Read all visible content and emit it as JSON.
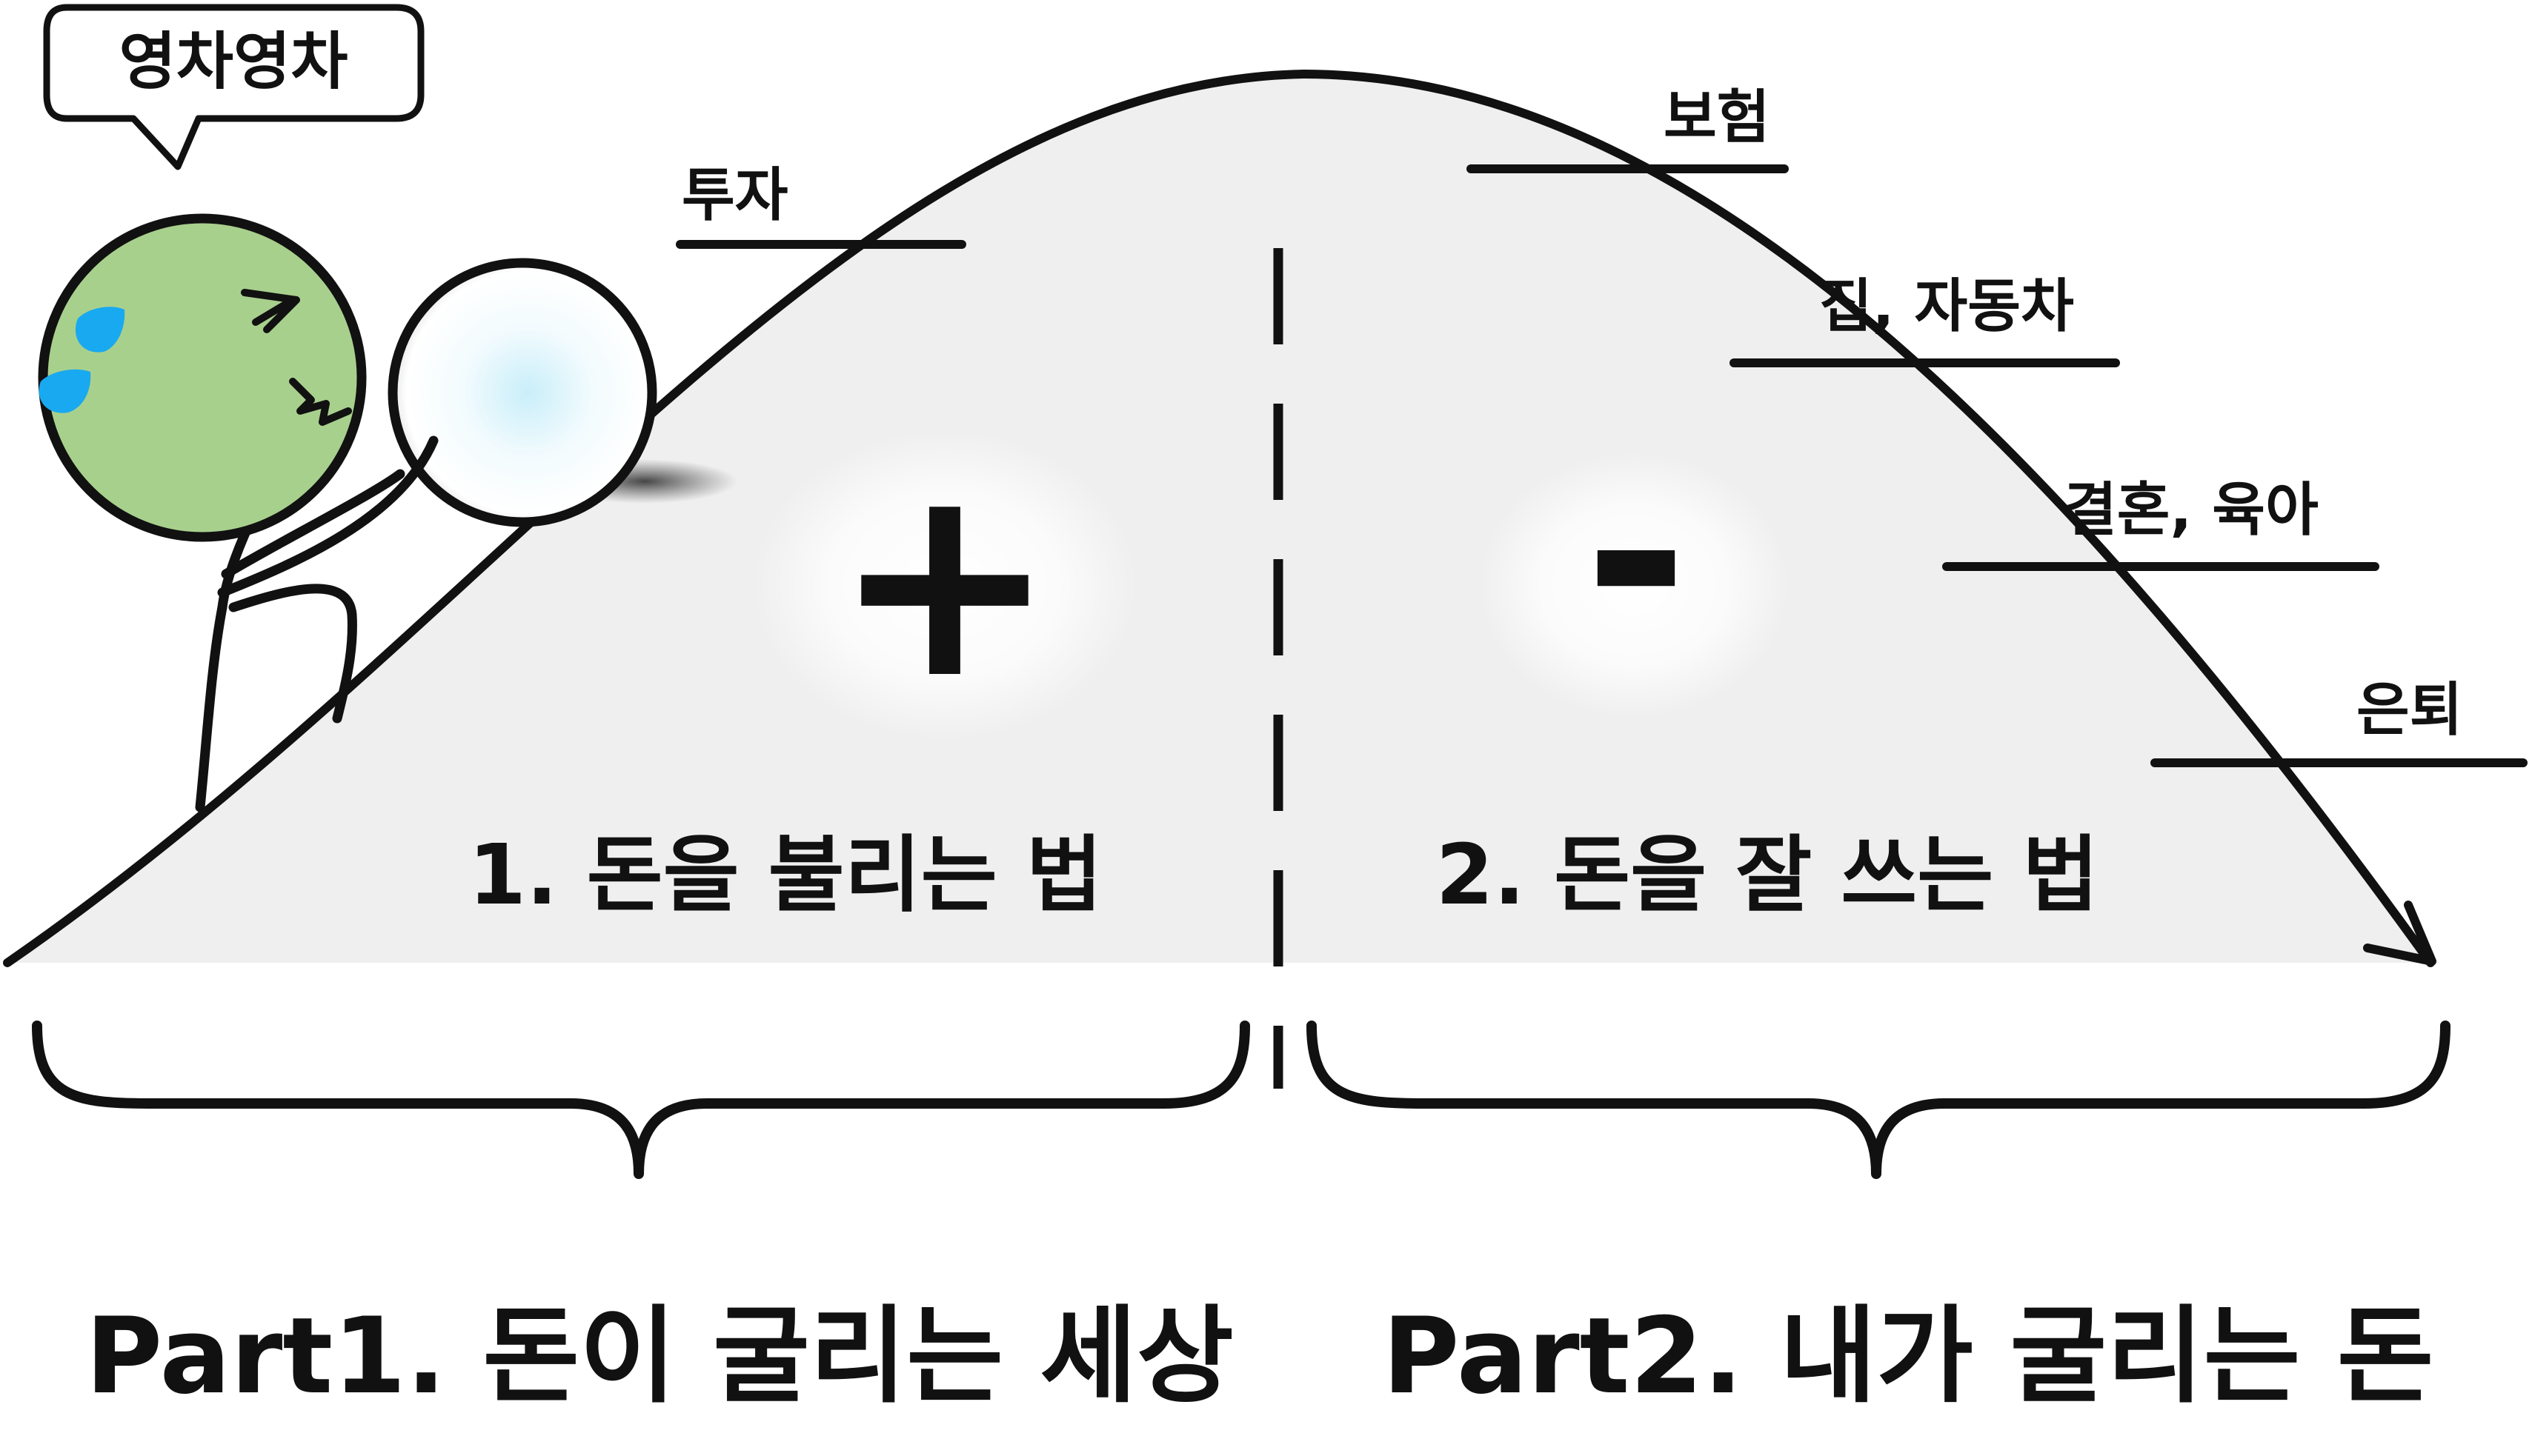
{
  "speech_bubble": "영차영차",
  "left_side": {
    "sign": "+",
    "caption": "1. 돈을 불리는 법",
    "markers": [
      "투자"
    ]
  },
  "right_side": {
    "sign": "-",
    "caption": "2. 돈을 잘 쓰는 법",
    "markers": [
      "보험",
      "집, 자동차",
      "결혼, 육아",
      "은퇴"
    ]
  },
  "parts": {
    "part1": "Part1. 돈이 굴리는 세상",
    "part2": "Part2. 내가 굴리는 돈"
  },
  "colors": {
    "hill_fill": "#efefef",
    "ink": "#111111",
    "character_face": "#a8d08d",
    "sweat": "#19a9f0",
    "ball_center": "#cdeffb"
  }
}
